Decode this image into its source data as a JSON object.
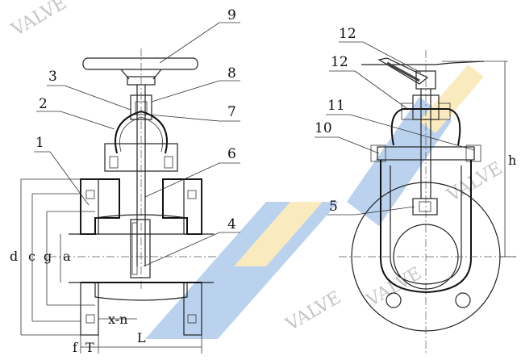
{
  "colors": {
    "line": "#222222",
    "watermark_blue": "#3d7fd1",
    "watermark_yellow": "#f2c84b",
    "background": "#ffffff"
  },
  "watermark": {
    "text": "VALVE"
  },
  "callouts": {
    "left": [
      "9",
      "8",
      "3",
      "7",
      "2",
      "1",
      "6",
      "4"
    ],
    "right": [
      "12",
      "12",
      "11",
      "10",
      "5"
    ]
  },
  "dimensions": {
    "d": "d",
    "c": "c",
    "g": "g",
    "a": "a",
    "x_n": "x-n",
    "L": "L",
    "f": "f",
    "T": "T",
    "h": "h"
  }
}
